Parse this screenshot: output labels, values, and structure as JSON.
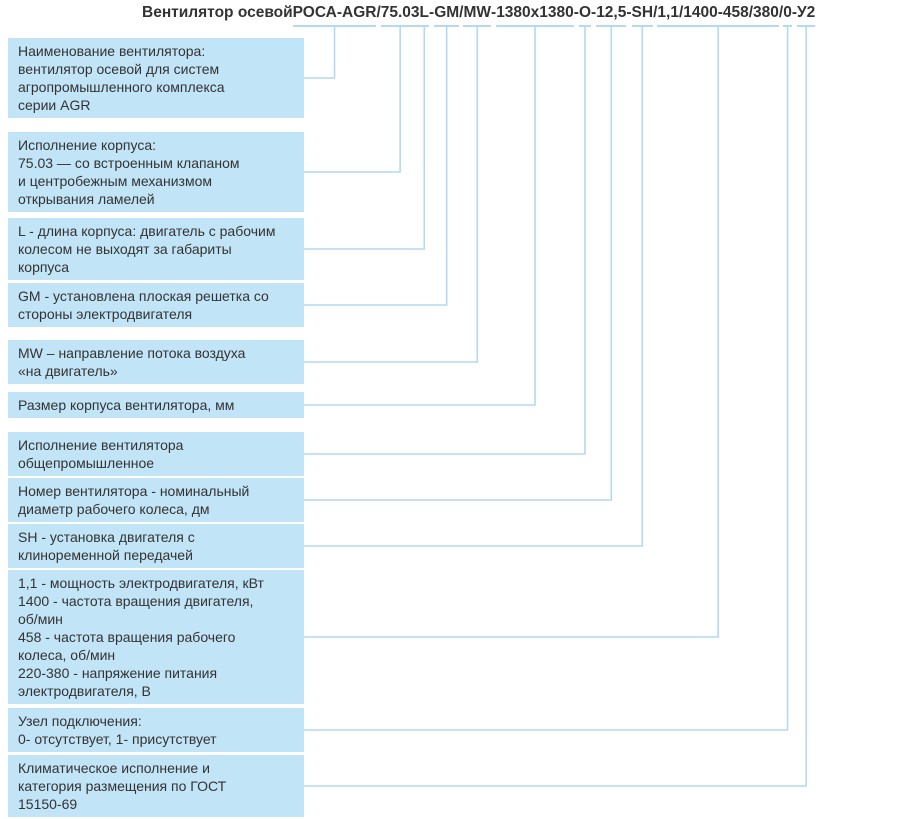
{
  "title": {
    "segments": [
      {
        "t": "Вентилятор осевой ",
        "u": false
      },
      {
        "t": "РОСА-AGR",
        "u": true
      },
      {
        "t": "/",
        "u": false
      },
      {
        "t": "75.03",
        "u": true
      },
      {
        "t": "L",
        "u": true
      },
      {
        "t": "-",
        "u": false
      },
      {
        "t": "GM",
        "u": true
      },
      {
        "t": "/",
        "u": false
      },
      {
        "t": "MW",
        "u": true
      },
      {
        "t": "-",
        "u": false
      },
      {
        "t": "1380х1380",
        "u": true
      },
      {
        "t": "-",
        "u": false
      },
      {
        "t": "О",
        "u": true
      },
      {
        "t": "-",
        "u": false
      },
      {
        "t": "12,5",
        "u": true
      },
      {
        "t": "-",
        "u": false
      },
      {
        "t": "SH",
        "u": true
      },
      {
        "t": "/",
        "u": false
      },
      {
        "t": "1,1/1400-458/380",
        "u": true
      },
      {
        "t": "/",
        "u": false
      },
      {
        "t": "0",
        "u": true
      },
      {
        "t": "-",
        "u": false
      },
      {
        "t": "У2",
        "u": true
      }
    ]
  },
  "boxes": [
    {
      "token": 1,
      "text": "Наименование вентилятора:\nвентилятор осевой для систем\nагропромышленного комплекса\nсерии AGR"
    },
    {
      "token": 3,
      "text": "Исполнение корпуса:\n75.03 — со встроенным клапаном\nи центробежным механизмом\nоткрывания ламелей"
    },
    {
      "token": 4,
      "text": "L - длина корпуса: двигатель с рабочим\nколесом не выходят за габариты\nкорпуса"
    },
    {
      "token": 6,
      "text": "GM - установлена плоская решетка со\nстороны электродвигателя"
    },
    {
      "token": 8,
      "text": "MW – направление потока воздуха\n«на двигатель»"
    },
    {
      "token": 10,
      "text": "Размер корпуса вентилятора, мм"
    },
    {
      "token": 12,
      "text": "Исполнение вентилятора\nобщепромышленное"
    },
    {
      "token": 14,
      "text": "Номер вентилятора - номинальный\nдиаметр рабочего колеса, дм"
    },
    {
      "token": 16,
      "text": "SH - установка двигателя с\nклиноременной передачей"
    },
    {
      "token": 18,
      "text": "1,1 - мощность электродвигателя, кВт\n1400 - частота вращения двигателя,\nоб/мин\n458 - частота вращения рабочего\nколеса, об/мин\n220-380 - напряжение питания\nэлектродвигателя, В"
    },
    {
      "token": 20,
      "text": "Узел подключения:\n0- отсутствует, 1- присутствует"
    },
    {
      "token": 22,
      "text": "Климатическое исполнение и\nкатегория размещения по ГОСТ\n15150-69"
    }
  ],
  "colors": {
    "box_background": "#c2e4f7",
    "connector_line": "#b2daf1",
    "text": "#333333"
  }
}
